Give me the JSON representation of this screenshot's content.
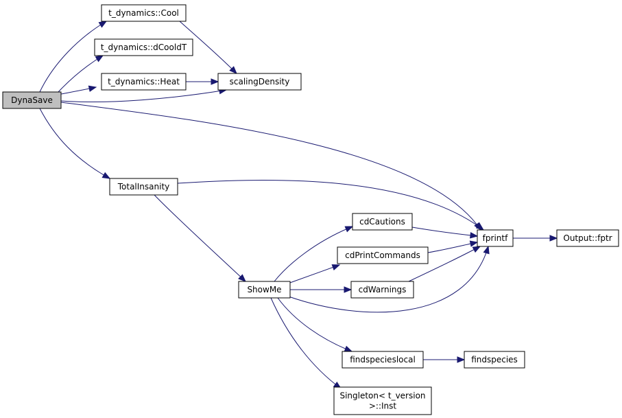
{
  "graph": {
    "nodes": [
      {
        "id": "dynasave",
        "label": "DynaSave",
        "root": true
      },
      {
        "id": "cool",
        "label": "t_dynamics::Cool"
      },
      {
        "id": "dcooldt",
        "label": "t_dynamics::dCooldT"
      },
      {
        "id": "heat",
        "label": "t_dynamics::Heat"
      },
      {
        "id": "scaling",
        "label": "scalingDensity"
      },
      {
        "id": "total",
        "label": "TotalInsanity"
      },
      {
        "id": "fprintf",
        "label": "fprintf"
      },
      {
        "id": "fptr",
        "label": "Output::fptr"
      },
      {
        "id": "cautions",
        "label": "cdCautions"
      },
      {
        "id": "printcmds",
        "label": "cdPrintCommands"
      },
      {
        "id": "warnings",
        "label": "cdWarnings"
      },
      {
        "id": "showme",
        "label": "ShowMe"
      },
      {
        "id": "fslocal",
        "label": "findspecieslocal"
      },
      {
        "id": "fspecies",
        "label": "findspecies"
      },
      {
        "id": "singleton",
        "label_lines": [
          "Singleton< t_version",
          ">::Inst"
        ]
      }
    ],
    "edges": [
      {
        "from": "dynasave",
        "to": "cool"
      },
      {
        "from": "dynasave",
        "to": "dcooldt"
      },
      {
        "from": "dynasave",
        "to": "heat"
      },
      {
        "from": "dynasave",
        "to": "scaling"
      },
      {
        "from": "dynasave",
        "to": "fprintf"
      },
      {
        "from": "dynasave",
        "to": "total"
      },
      {
        "from": "cool",
        "to": "scaling"
      },
      {
        "from": "heat",
        "to": "scaling"
      },
      {
        "from": "total",
        "to": "fprintf"
      },
      {
        "from": "total",
        "to": "showme"
      },
      {
        "from": "showme",
        "to": "cautions"
      },
      {
        "from": "showme",
        "to": "printcmds"
      },
      {
        "from": "showme",
        "to": "warnings"
      },
      {
        "from": "showme",
        "to": "fprintf"
      },
      {
        "from": "showme",
        "to": "fslocal"
      },
      {
        "from": "showme",
        "to": "singleton"
      },
      {
        "from": "cautions",
        "to": "fprintf"
      },
      {
        "from": "printcmds",
        "to": "fprintf"
      },
      {
        "from": "warnings",
        "to": "fprintf"
      },
      {
        "from": "fprintf",
        "to": "fptr"
      },
      {
        "from": "fslocal",
        "to": "fspecies"
      }
    ]
  }
}
